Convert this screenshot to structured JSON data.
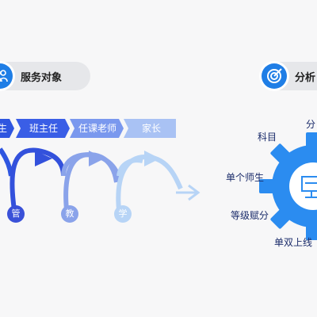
{
  "service": {
    "title": "服务对象",
    "icon": "users-icon"
  },
  "analysis": {
    "title": "分析",
    "icon": "target-icon"
  },
  "roles": [
    {
      "label": "生",
      "color": "#2f56e0"
    },
    {
      "label": "班主任",
      "color": "#3a5ee6"
    },
    {
      "label": "任课老师",
      "color": "#7a98ee"
    },
    {
      "label": "家长",
      "color": "#a9c2f4"
    }
  ],
  "actions": [
    {
      "label": "管",
      "color": "#3a51d8"
    },
    {
      "label": "教",
      "color": "#8aa3ea"
    },
    {
      "label": "学",
      "color": "#b7d4f6"
    }
  ],
  "gear_words": {
    "w1": "分",
    "w2": "科目",
    "w3": "单个师生",
    "w4": "等级赋分",
    "w5": "单双上线"
  },
  "colors": {
    "accent": "#1f7ee6",
    "gear": "#2b8cf0",
    "text": "#1a2b6a"
  }
}
